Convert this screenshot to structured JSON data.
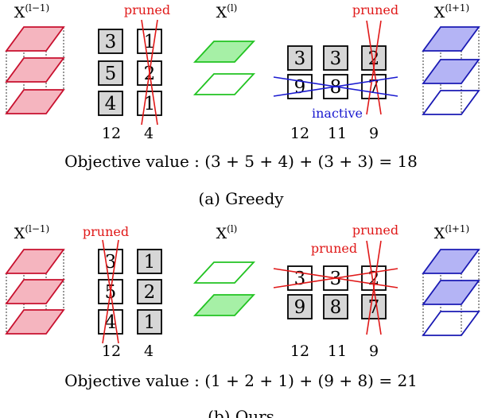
{
  "colors": {
    "red_stroke": "#c8102e",
    "red_fill": "#f5b5bf",
    "green_stroke": "#22c322",
    "green_fill": "#a6f0a6",
    "blue_stroke": "#1a1ab4",
    "blue_fill": "#b4b4f5",
    "box_fill": "#d6d6d6",
    "prune_red": "#e01818",
    "inactive_blue": "#1a1ad0"
  },
  "panels": [
    {
      "layer_labels": [
        "X^(l−1)",
        "X^(l)",
        "X^(l+1)"
      ],
      "left_block": {
        "col1": [
          "3",
          "5",
          "4"
        ],
        "col2": [
          "1",
          "2",
          "1"
        ],
        "shaded": [
          true,
          false
        ],
        "pruned_col": 1,
        "pruned_label": "pruned",
        "col_sums": [
          "12",
          "4"
        ]
      },
      "right_block": {
        "row1": [
          "3",
          "3",
          "2"
        ],
        "row2": [
          "9",
          "8",
          "7"
        ],
        "shaded_row": 0,
        "pruned_col": 2,
        "pruned_label": "pruned",
        "row_strike": 1,
        "row_label": "inactive",
        "col_sums": [
          "12",
          "11",
          "9"
        ]
      },
      "left_stack_filled": [
        true,
        true,
        true
      ],
      "middle_stack_filled": [
        true,
        false
      ],
      "right_stack_filled": [
        true,
        true,
        false
      ],
      "objective": "Objective value : (3 + 5 + 4) + (3 + 3) = 18",
      "caption": "(a) Greedy"
    },
    {
      "layer_labels": [
        "X^(l−1)",
        "X^(l)",
        "X^(l+1)"
      ],
      "left_block": {
        "col1": [
          "3",
          "5",
          "4"
        ],
        "col2": [
          "1",
          "2",
          "1"
        ],
        "shaded": [
          false,
          true
        ],
        "pruned_col": 0,
        "pruned_label": "pruned",
        "col_sums": [
          "12",
          "4"
        ]
      },
      "right_block": {
        "row1": [
          "3",
          "3",
          "2"
        ],
        "row2": [
          "9",
          "8",
          "7"
        ],
        "shaded_row": 1,
        "pruned_col": 2,
        "pruned_label": "pruned",
        "row_strike": 0,
        "row_label": "pruned",
        "col_sums": [
          "12",
          "11",
          "9"
        ]
      },
      "left_stack_filled": [
        true,
        true,
        true
      ],
      "middle_stack_filled": [
        false,
        true
      ],
      "right_stack_filled": [
        true,
        true,
        false
      ],
      "objective": "Objective value : (1 + 2 + 1) + (9 + 8) = 21",
      "caption": "(b) Ours"
    }
  ]
}
